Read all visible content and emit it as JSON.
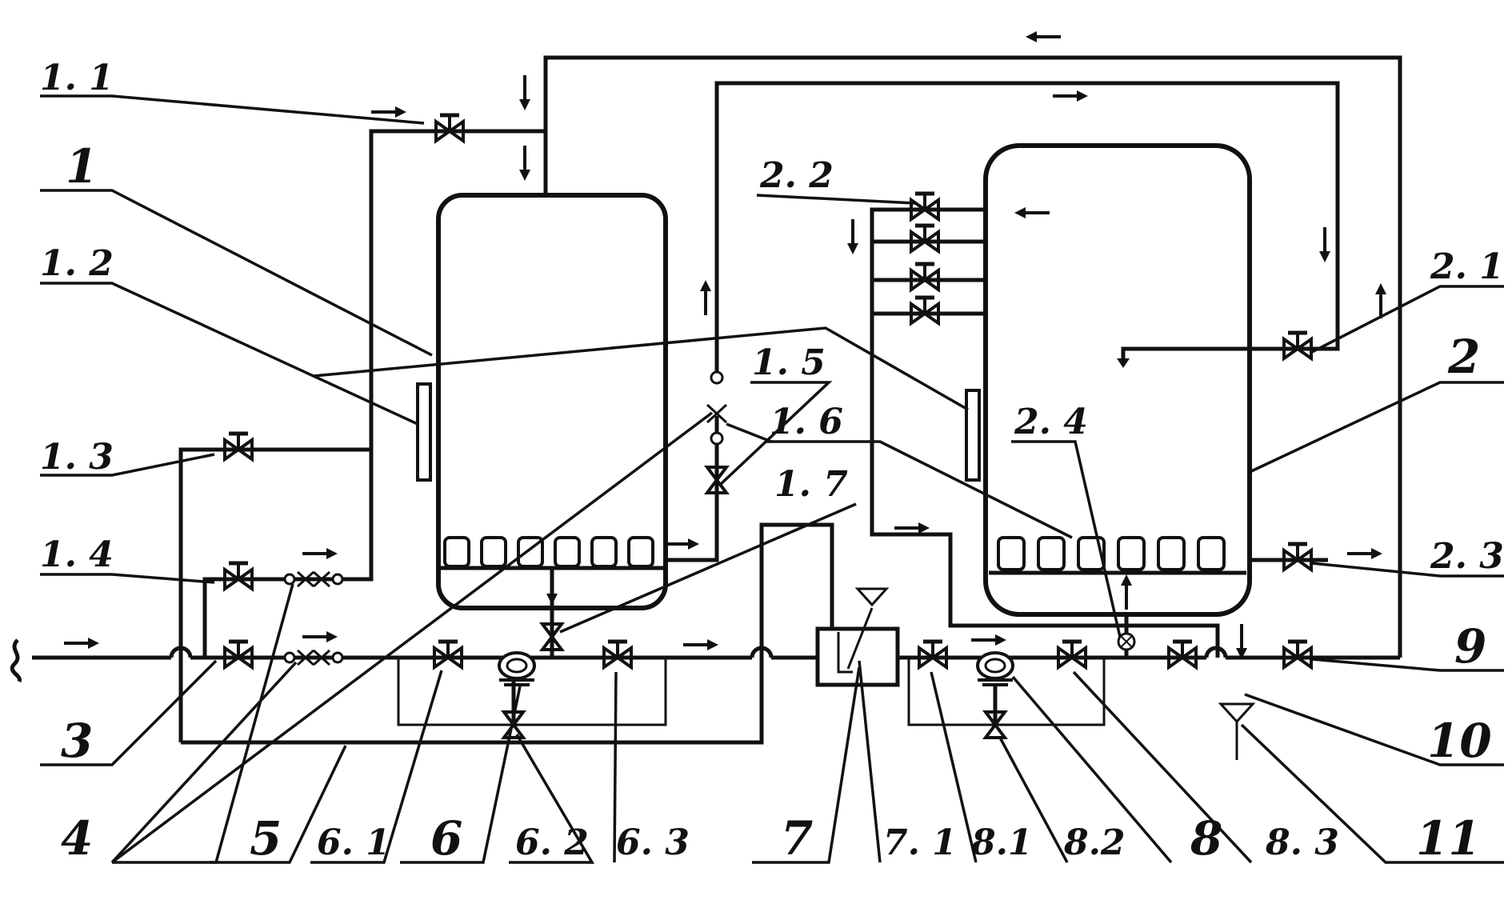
{
  "labels": {
    "l1_1": "1. 1",
    "l1": "1",
    "l1_2": "1. 2",
    "l1_3": "1. 3",
    "l1_4": "1. 4",
    "l3": "3",
    "l4": "4",
    "l5": "5",
    "l6_1": "6. 1",
    "l6": "6",
    "l6_2": "6. 2",
    "l6_3": "6. 3",
    "l7": "7",
    "l7_1": "7. 1",
    "l8_1": "8.1",
    "l8_2": "8.2",
    "l8": "8",
    "l8_3": "8. 3",
    "l11": "11",
    "l1_5": "1. 5",
    "l1_6": "1. 6",
    "l1_7": "1. 7",
    "l2_2": "2. 2",
    "l2_1": "2. 1",
    "l2": "2",
    "l2_4": "2. 4",
    "l2_3": "2. 3",
    "l9": "9",
    "l10": "10"
  }
}
